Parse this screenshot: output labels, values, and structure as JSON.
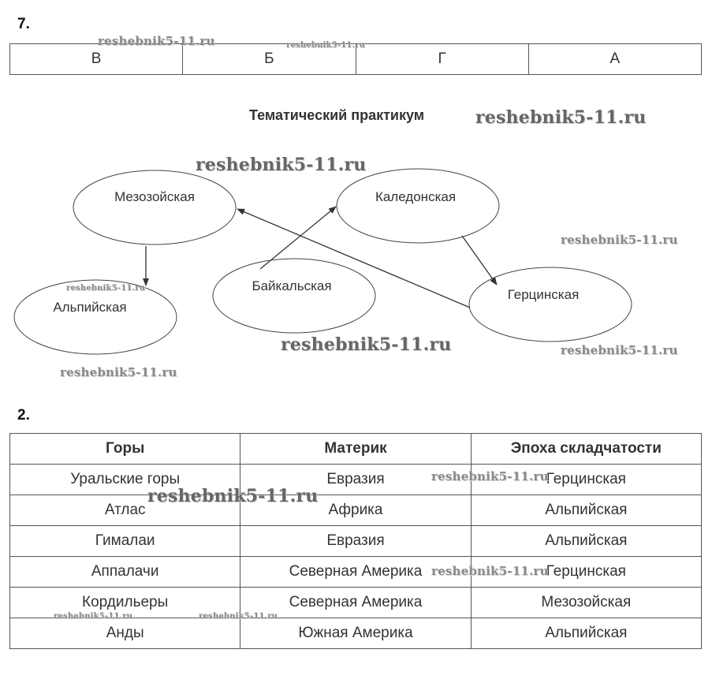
{
  "section_7": {
    "number": "7.",
    "answers": [
      "В",
      "Б",
      "Г",
      "А"
    ]
  },
  "practicum": {
    "title": "Тематический практикум"
  },
  "diagram": {
    "nodes": {
      "mesozoic": "Мезозойская",
      "caledonian": "Каледонская",
      "alpine": "Альпийская",
      "baikal": "Байкальская",
      "hercynian": "Герцинская"
    }
  },
  "section_2": {
    "number": "2.",
    "headers": [
      "Горы",
      "Материк",
      "Эпоха складчатости"
    ],
    "rows": [
      [
        "Уральские горы",
        "Евразия",
        "Герцинская"
      ],
      [
        "Атлас",
        "Африка",
        "Альпийская"
      ],
      [
        "Гималаи",
        "Евразия",
        "Альпийская"
      ],
      [
        "Аппалачи",
        "Северная Америка",
        "Герцинская"
      ],
      [
        "Кордильеры",
        "Северная Америка",
        "Мезозойская"
      ],
      [
        "Анды",
        "Южная Америка",
        "Альпийская"
      ]
    ]
  },
  "watermark": {
    "text": "reshebnik5-11.ru"
  }
}
